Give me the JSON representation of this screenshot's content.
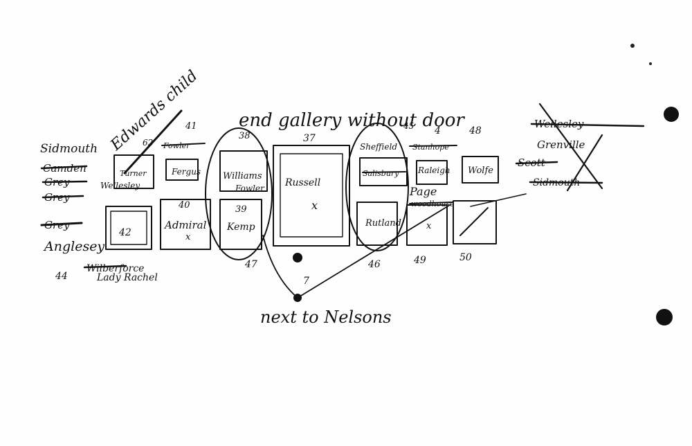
{
  "document": {
    "header_note": "end gallery without door",
    "footer_note": "next to Nelsons",
    "left_column": [
      "Sidmouth",
      "Camden",
      "Grey",
      "Grey"
    ],
    "lower_left": [
      "Grey",
      "Anglesey"
    ],
    "right_column": [
      "Wellesley",
      "Grenville",
      "Scott",
      "Sidmouth"
    ],
    "diagonal_note": "Edwards child",
    "labels": {
      "n62": "62",
      "n41": "41",
      "n38": "38",
      "n37": "37",
      "n45": "45",
      "n4": "4",
      "n48": "48",
      "n40": "40",
      "n39": "39",
      "n42": "42",
      "n44": "44",
      "n47": "47",
      "n7": "7",
      "n46": "46",
      "n49": "49",
      "n50": "50",
      "wellesley": "Wellesley",
      "turner": "Turner",
      "fergus": "Fergus",
      "williams": "Williams",
      "fowler": "Fowler",
      "admiral": "Admiral",
      "kemp": "Kemp",
      "russell": "Russell",
      "sheffield": "Sheffield",
      "stanhope": "Stanhope",
      "salisbury": "Salisbury",
      "raleigh": "Raleigh",
      "wolfe": "Wolfe",
      "rutland": "Rutland",
      "page": "Page",
      "woodhouse": "woodhouse",
      "wilberforce": "Wilberforce",
      "lady_rachel": "Lady Rachel",
      "x": "x"
    }
  }
}
